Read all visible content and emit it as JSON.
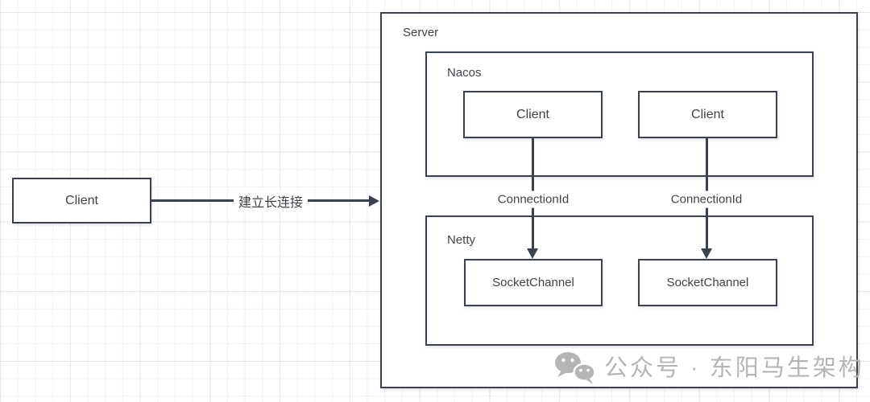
{
  "colors": {
    "border": "#3b424d",
    "text": "#3f4348",
    "grid_minor": "#f2f2f2",
    "grid_major": "#e6e6e6",
    "watermark": "#b5b5b5",
    "background": "#ffffff"
  },
  "diagram": {
    "external_client": {
      "label": "Client"
    },
    "connect_arrow": {
      "label": "建立长连接"
    },
    "server": {
      "label": "Server",
      "nacos": {
        "label": "Nacos",
        "clients": [
          {
            "label": "Client"
          },
          {
            "label": "Client"
          }
        ]
      },
      "connections": [
        {
          "label": "ConnectionId"
        },
        {
          "label": "ConnectionId"
        }
      ],
      "netty": {
        "label": "Netty",
        "channels": [
          {
            "label": "SocketChannel"
          },
          {
            "label": "SocketChannel"
          }
        ]
      }
    }
  },
  "watermark": {
    "icon": "wechat-icon",
    "text": "公众号 · 东阳马生架构"
  }
}
